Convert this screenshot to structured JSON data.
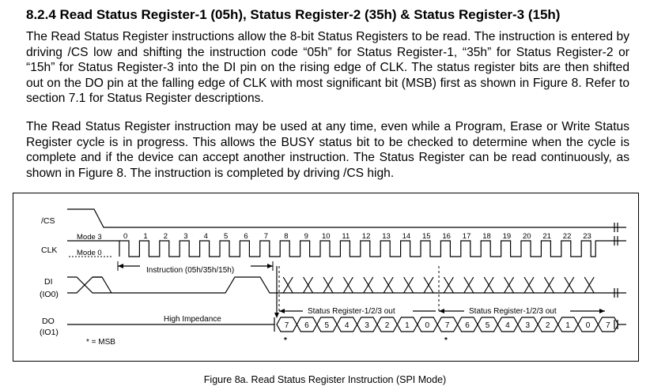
{
  "document": {
    "heading": "8.2.4 Read Status Register-1 (05h), Status Register-2 (35h) & Status Register-3 (15h)",
    "paragraphs": [
      "The Read Status Register instructions allow the 8-bit Status Registers to be read. The instruction is entered by driving /CS low and shifting the instruction code “05h” for Status Register-1, “35h” for Status Register-2 or “15h” for Status Register-3 into the DI pin on the rising edge of CLK. The status register bits are then shifted out on the DO pin at the falling edge of CLK with most significant bit (MSB) first as shown in Figure 8. Refer to section 7.1 for Status Register descriptions.",
      "The Read Status Register instruction may be used at any time, even while a Program, Erase or Write Status Register cycle is in progress. This allows the BUSY status bit to be checked to determine when the cycle is complete and if the device can accept another instruction. The Status Register can be read continuously, as shown in Figure 8. The instruction is completed by driving /CS high."
    ],
    "caption": "Figure 8a. Read Status Register Instruction (SPI Mode)"
  },
  "figure": {
    "signals": {
      "cs": "/CS",
      "clk": "CLK",
      "di": "DI",
      "di_sub": "(IO0)",
      "do": "DO",
      "do_sub": "(IO1)"
    },
    "mode_labels": [
      "Mode 3",
      "Mode 0"
    ],
    "clock_ticks": [
      "0",
      "1",
      "2",
      "3",
      "4",
      "5",
      "6",
      "7",
      "8",
      "9",
      "10",
      "11",
      "12",
      "13",
      "14",
      "15",
      "16",
      "17",
      "18",
      "19",
      "20",
      "21",
      "22",
      "23"
    ],
    "instruction_label": "Instruction (05h/35h/15h)",
    "status_out_label": "Status Register-1/2/3 out",
    "high_impedance": "High Impedance",
    "do_bits": [
      "7",
      "6",
      "5",
      "4",
      "3",
      "2",
      "1",
      "0",
      "7",
      "6",
      "5",
      "4",
      "3",
      "2",
      "1",
      "0",
      "7"
    ],
    "msb_marker": "*",
    "msb_legend": "* = MSB"
  }
}
